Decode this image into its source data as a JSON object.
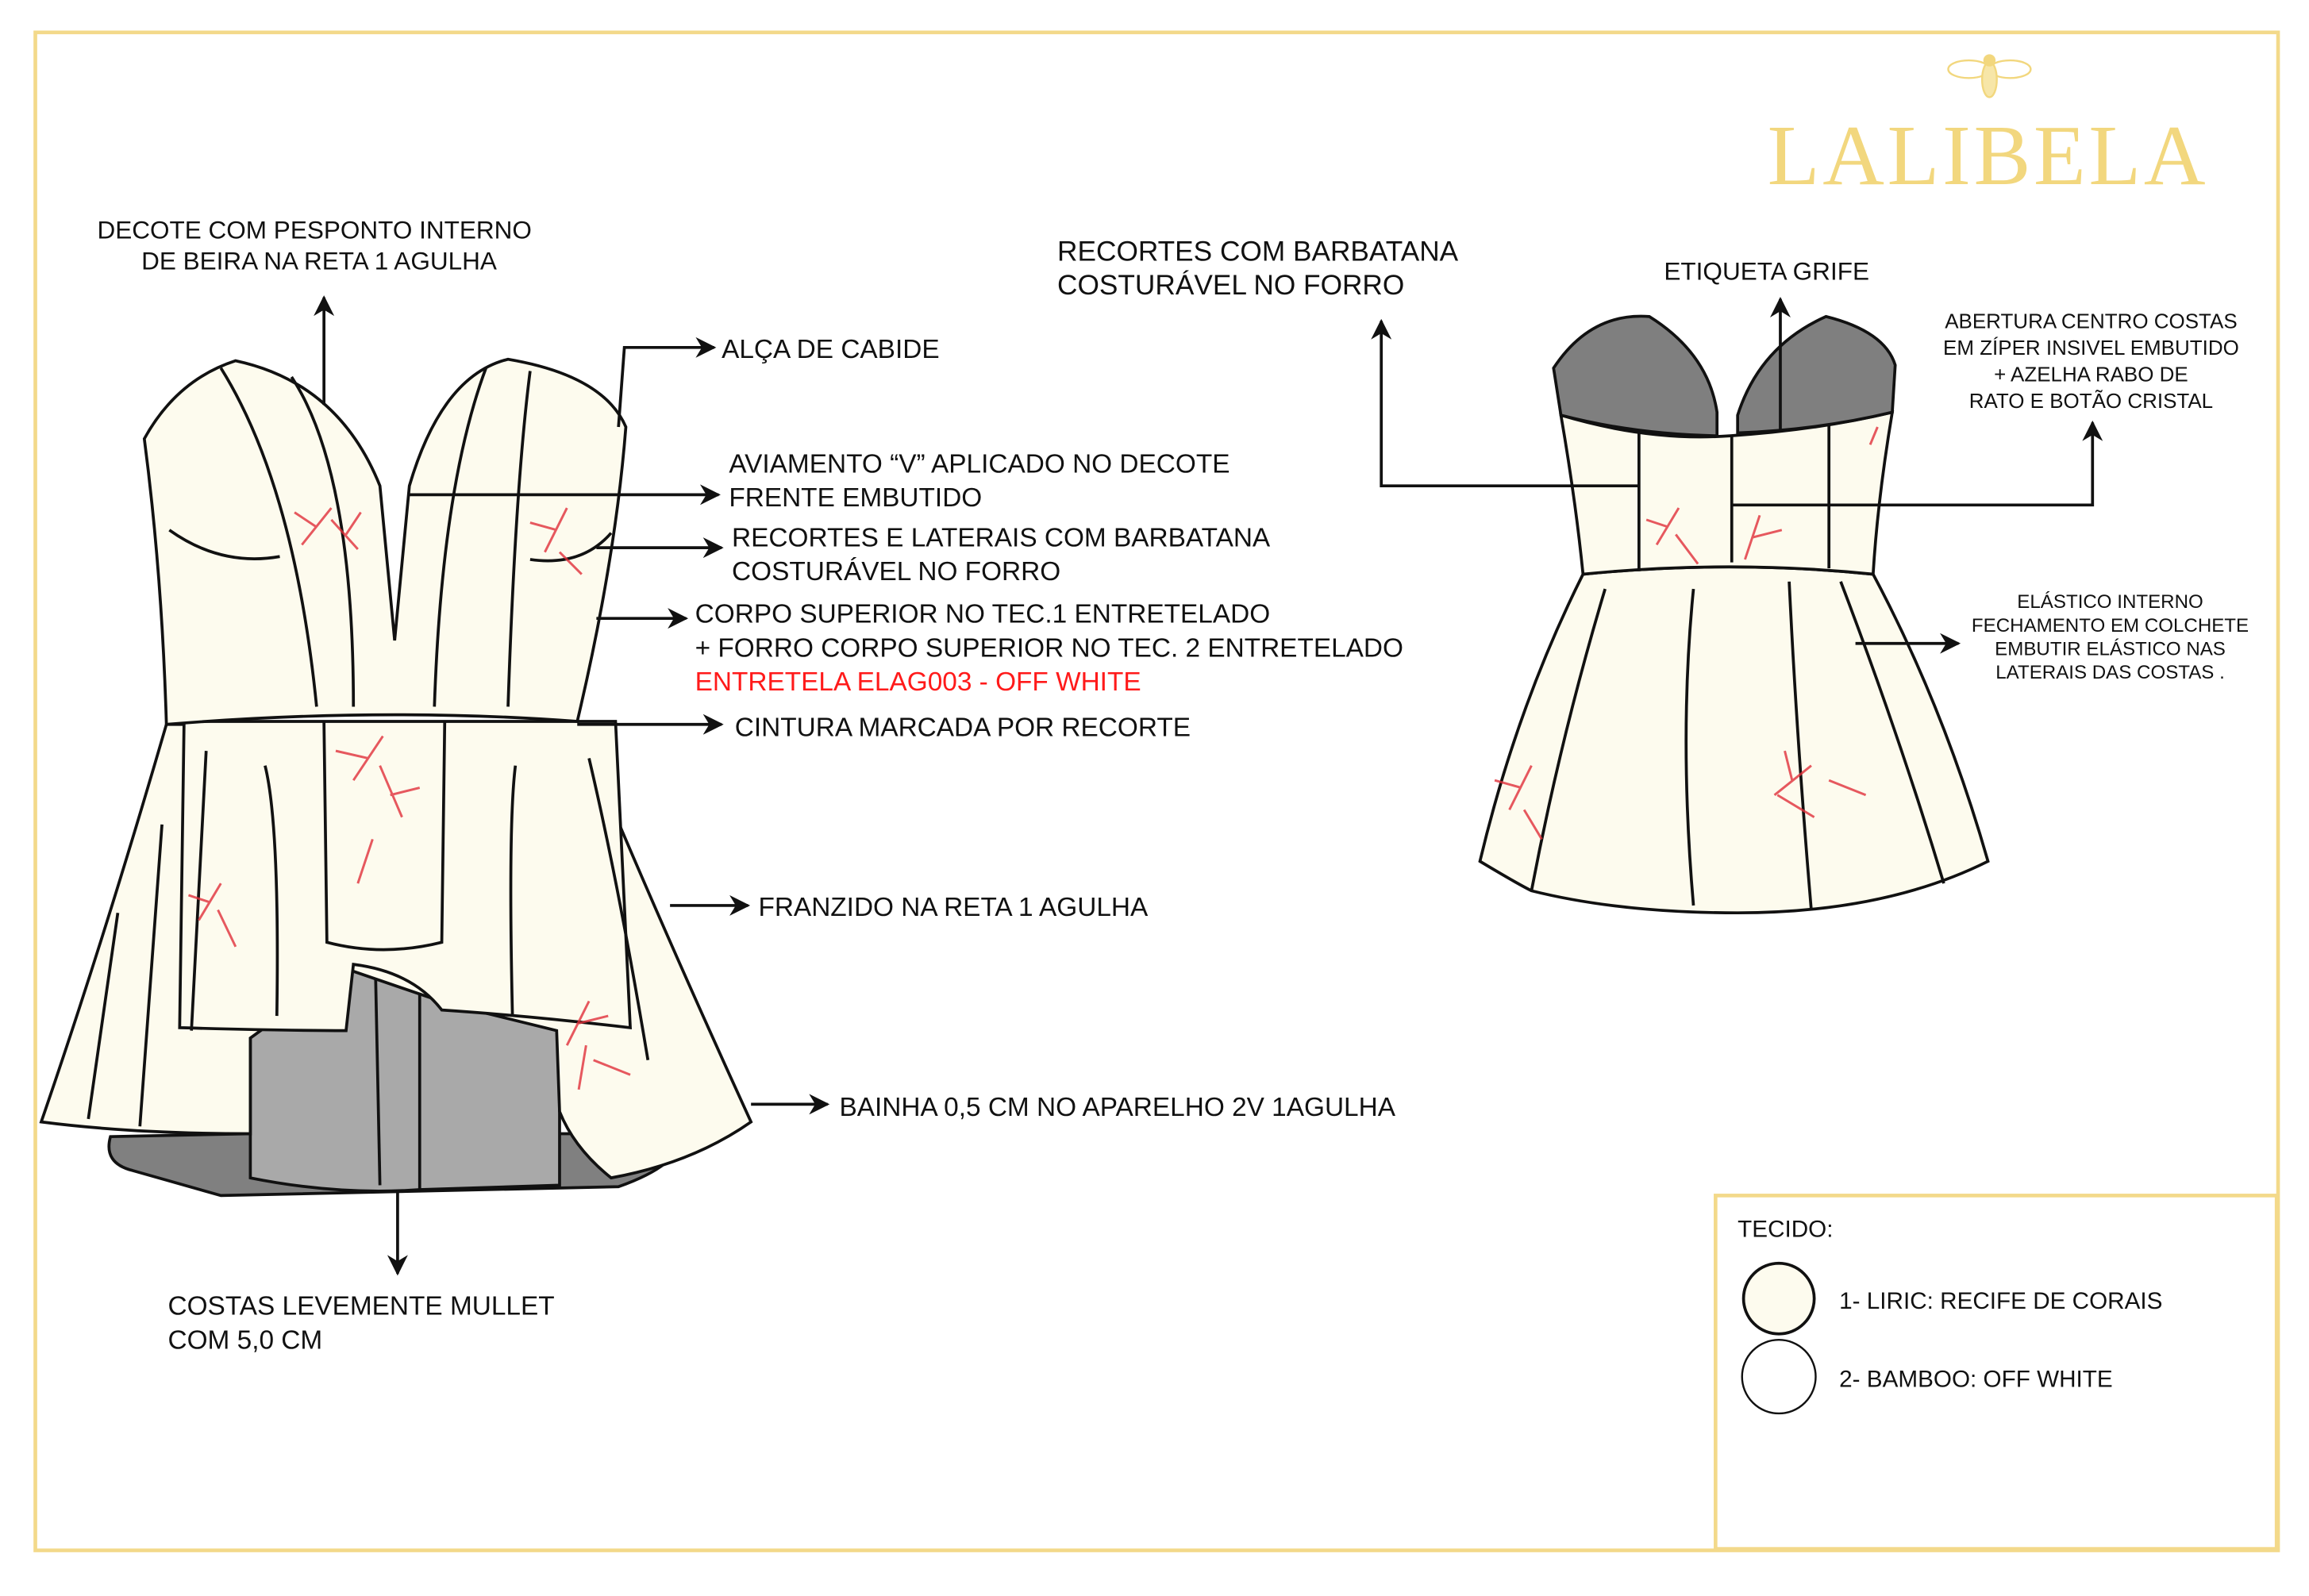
{
  "brand": {
    "name": "LALIBELA",
    "logo_icon": "bee-icon",
    "color": "#f2d77e"
  },
  "front_callouts": {
    "decote": [
      "DECOTE COM PESPONTO INTERNO",
      "DE BEIRA NA RETA 1 AGULHA"
    ],
    "alca": "ALÇA DE CABIDE",
    "aviamento": [
      "AVIAMENTO “V” APLICADO NO DECOTE",
      "FRENTE EMBUTIDO"
    ],
    "recortes": [
      "RECORTES E LATERAIS COM BARBATANA",
      "COSTURÁVEL NO FORRO"
    ],
    "corpo": [
      "CORPO SUPERIOR NO TEC.1 ENTRETELADO",
      "+ FORRO CORPO SUPERIOR NO TEC. 2 ENTRETELADO"
    ],
    "entretela": "ENTRETELA ELAG003 - OFF WHITE",
    "cintura": "CINTURA MARCADA POR RECORTE",
    "franzido": "FRANZIDO NA RETA 1 AGULHA",
    "bainha": "BAINHA 0,5 CM NO APARELHO 2V 1AGULHA",
    "costas": [
      "COSTAS LEVEMENTE MULLET",
      "COM 5,0 CM"
    ]
  },
  "back_callouts": {
    "recortes": [
      "RECORTES COM BARBATANA",
      "COSTURÁVEL NO FORRO"
    ],
    "etiqueta": "ETIQUETA GRIFE",
    "abertura": [
      "ABERTURA CENTRO COSTAS",
      "EM  ZÍPER INSIVEL EMBUTIDO",
      "+ AZELHA RABO DE",
      "RATO E BOTÃO CRISTAL"
    ],
    "elastico": [
      "ELÁSTICO  INTERNO",
      "FECHAMENTO EM COLCHETE",
      "EMBUTIR ELÁSTICO NAS",
      "LATERAIS DAS COSTAS ."
    ]
  },
  "fabric": {
    "title": "TECIDO:",
    "items": [
      {
        "label": "1- LIRIC: RECIFE DE CORAIS",
        "swatch": "#fdfbee"
      },
      {
        "label": "2- BAMBOO: OFF WHITE",
        "swatch": "#ffffff"
      }
    ]
  },
  "colors": {
    "frame": "#f3d98a",
    "accent_red": "#ff1a1a",
    "fabric": "#fdfbee",
    "lining_gray": "#a9a9a9",
    "cup_gray": "#7f7f7f"
  }
}
